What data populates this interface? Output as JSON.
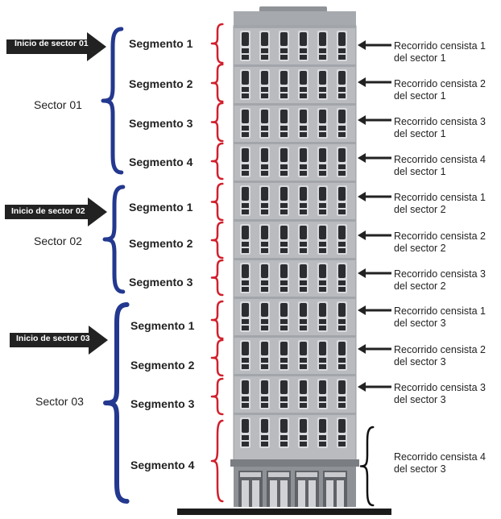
{
  "sectors": [
    {
      "start_label": "Inicio de sector 01",
      "sector_label": "Sector 01",
      "segments": [
        "Segmento 1",
        "Segmento 2",
        "Segmento 3",
        "Segmento 4"
      ],
      "routes": [
        [
          "Recorrido censista 1",
          "del sector 1"
        ],
        [
          "Recorrido censista 2",
          "del sector 1"
        ],
        [
          "Recorrido censista 3",
          "del sector 1"
        ],
        [
          "Recorrido censista 4",
          "del sector 1"
        ]
      ]
    },
    {
      "start_label": "Inicio de sector 02",
      "sector_label": "Sector 02",
      "segments": [
        "Segmento 1",
        "Segmento 2",
        "Segmento 3"
      ],
      "routes": [
        [
          "Recorrido censista 1",
          "del sector 2"
        ],
        [
          "Recorrido censista 2",
          "del sector 2"
        ],
        [
          "Recorrido censista 3",
          "del sector 2"
        ]
      ]
    },
    {
      "start_label": "Inicio de sector 03",
      "sector_label": "Sector 03",
      "segments": [
        "Segmento 1",
        "Segmento 2",
        "Segmento 3",
        "Segmento 4"
      ],
      "routes": [
        [
          "Recorrido censista 1",
          "del sector 3"
        ],
        [
          "Recorrido censista 2",
          "del sector 3"
        ],
        [
          "Recorrido censista 3",
          "del sector 3"
        ],
        [
          "Recorrido censista 4",
          "del sector 3"
        ]
      ]
    }
  ],
  "colors": {
    "sector_brace": "#23388f",
    "segment_brace": "#d11f2c",
    "ground_floor_brace": "#111111",
    "arrow": "#222222",
    "building_body": "#b9bbbf",
    "building_dark": "#6b6e73",
    "window": "#2c2d30"
  },
  "icons": [
    "start-arrow-icon",
    "route-arrow-icon",
    "building-icon"
  ]
}
